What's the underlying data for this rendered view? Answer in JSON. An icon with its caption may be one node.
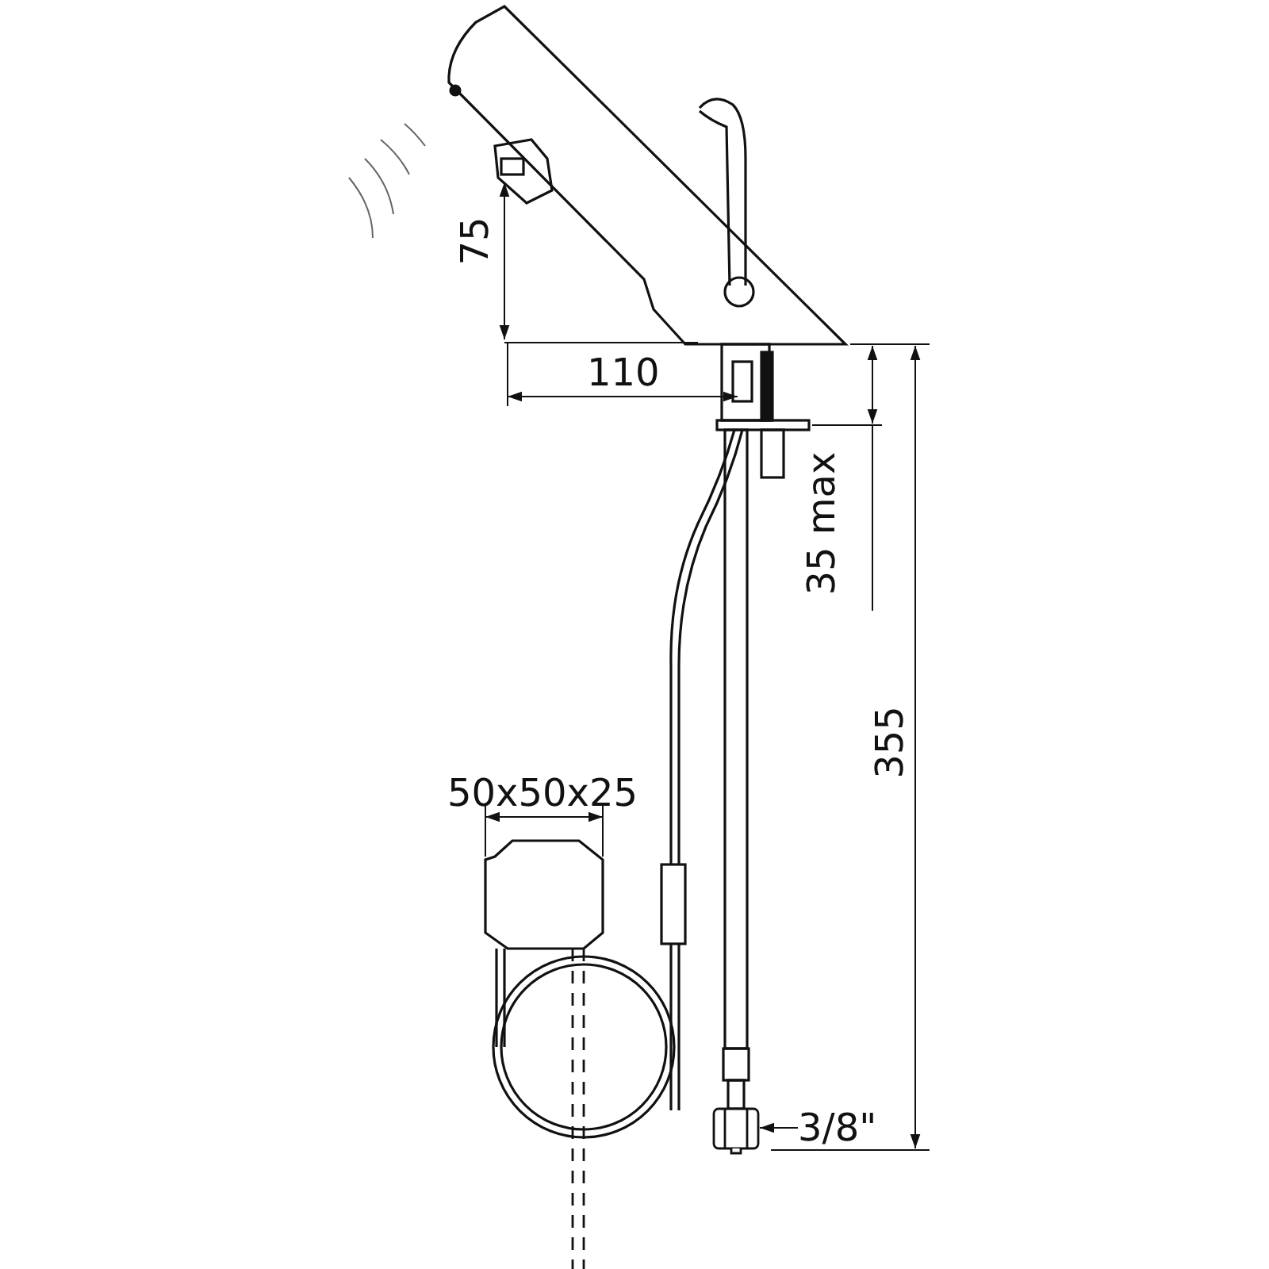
{
  "diagram": {
    "nodes": [
      {
        "text": [
          "3/8\""
        ]
      },
      {
        "text": [],
        "shape": "picture"
      }
    ],
    "edges": [
      {
        "from": 0,
        "to": 1,
        "arrow": "to"
      }
    ],
    "labels": [
      "75",
      "110",
      "35 max",
      "355",
      "50x50x25"
    ]
  }
}
